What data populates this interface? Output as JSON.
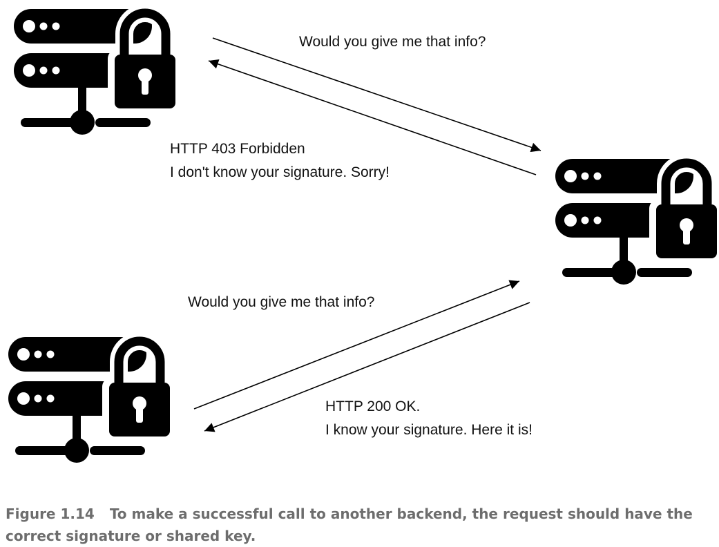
{
  "messages": {
    "top_request": "Would you give me that info?",
    "top_response_status": "HTTP 403 Forbidden",
    "top_response_text": "I don't know your signature. Sorry!",
    "bottom_request": "Would you give me that info?",
    "bottom_response_status": "HTTP 200 OK.",
    "bottom_response_text": "I know your signature. Here it is!"
  },
  "caption": {
    "figure_number": "Figure 1.14",
    "text": "To make a successful call to another backend, the request should have the correct signature or shared key."
  },
  "icons": {
    "server": "server-with-lock-icon"
  },
  "colors": {
    "icon": "#000000",
    "caption": "#6d6d6d"
  }
}
